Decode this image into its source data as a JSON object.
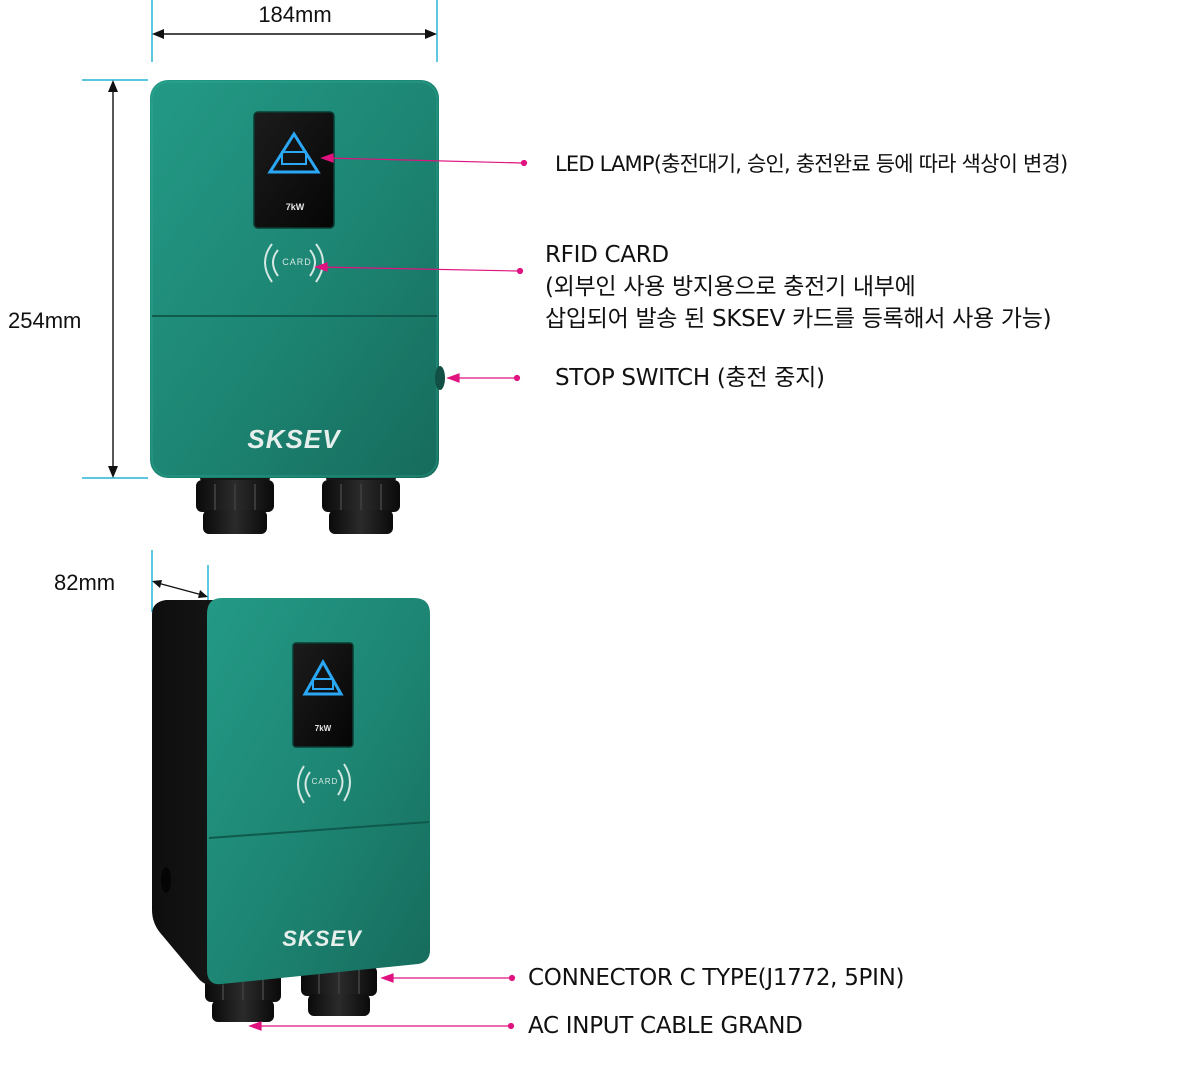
{
  "dimensions": {
    "width": "184mm",
    "height": "254mm",
    "depth": "82mm"
  },
  "device": {
    "display_power": "7kW",
    "card_text": "CARD",
    "brand": "SKSEV"
  },
  "callouts": {
    "led_lamp": "LED LAMP(충전대기, 승인, 충전완료 등에 따라 색상이 변경)",
    "rfid_line1": "RFID CARD",
    "rfid_line2": "(외부인 사용 방지용으로 충전기 내부에",
    "rfid_line3": "삽입되어 발송 된 SKSEV 카드를 등록해서 사용 가능)",
    "stop_switch": "STOP SWITCH (충전 중지)",
    "connector": "CONNECTOR C TYPE(J1772, 5PIN)",
    "ac_input": "AC INPUT CABLE GRAND"
  },
  "colors": {
    "housing_green": "#1f8a78",
    "housing_dark": "#1a1a1a",
    "callout_pink": "#e0127f",
    "led_blue": "#2aa7f5",
    "dimension_cyan": "#27b6d6"
  }
}
